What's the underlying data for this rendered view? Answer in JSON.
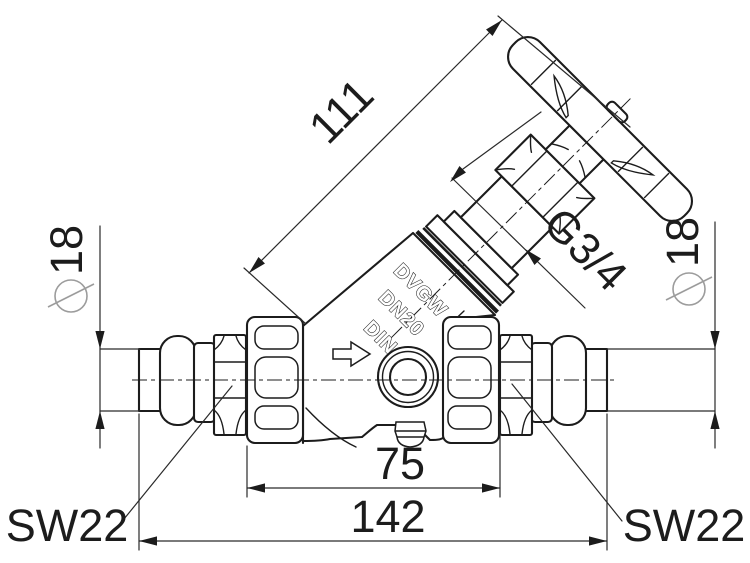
{
  "drawing_title": "inclined-seat valve with press connections, dimensioned drawing",
  "dimensions": {
    "stem_height": "111",
    "thread": "G3/4",
    "pipe_dia_left": "18",
    "pipe_dia_right": "18",
    "body_length": "75",
    "overall_length": "142",
    "wrench_left": "SW22",
    "wrench_right": "SW22"
  },
  "body_markings": {
    "certification": "DVGW",
    "nominal_size": "DN20",
    "standard": "DIN"
  },
  "symbols": {
    "diameter_symbol": "diameter-phi-icon",
    "flow_direction": "flow-arrow-right-icon"
  },
  "colors": {
    "line": "#1c1c1c",
    "dimension_line": "#2a2a2a",
    "phi_symbol": "#9c9c9c",
    "background": "#ffffff"
  }
}
